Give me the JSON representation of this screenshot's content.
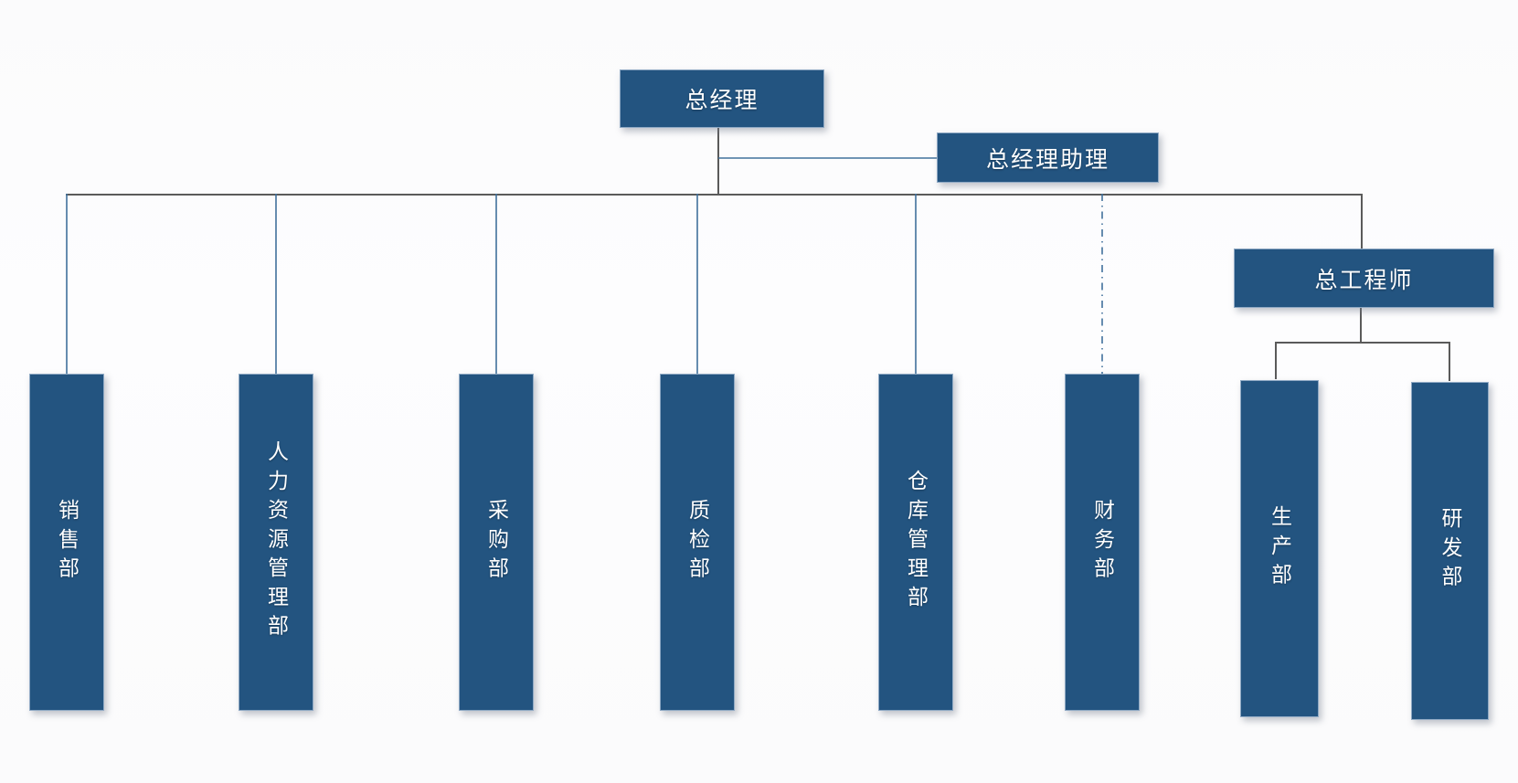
{
  "org_chart": {
    "nodes": {
      "general_manager": {
        "label": "总经理",
        "role": "root"
      },
      "gm_assistant": {
        "label": "总经理助理",
        "role": "assistant"
      },
      "chief_engineer": {
        "label": "总工程师",
        "role": "sub-manager"
      },
      "departments": [
        {
          "id": "sales",
          "label": "销售部",
          "parent": "general_manager",
          "connector": "solid"
        },
        {
          "id": "hr",
          "label": "人力资源管理部",
          "parent": "general_manager",
          "connector": "solid"
        },
        {
          "id": "purchasing",
          "label": "采购部",
          "parent": "general_manager",
          "connector": "solid"
        },
        {
          "id": "qc",
          "label": "质检部",
          "parent": "general_manager",
          "connector": "solid"
        },
        {
          "id": "warehouse",
          "label": "仓库管理部",
          "parent": "general_manager",
          "connector": "solid"
        },
        {
          "id": "finance",
          "label": "财务部",
          "parent": "general_manager",
          "connector": "dash-dot"
        },
        {
          "id": "production",
          "label": "生产部",
          "parent": "chief_engineer",
          "connector": "solid"
        },
        {
          "id": "rnd",
          "label": "研发部",
          "parent": "chief_engineer",
          "connector": "solid"
        }
      ]
    },
    "colors": {
      "node_fill": "#235480",
      "node_border": "#8fa9c4",
      "node_text": "#ffffff",
      "line_gray": "#5a5a5a",
      "line_blue": "#41719c",
      "background": "#fbfbfc"
    }
  }
}
